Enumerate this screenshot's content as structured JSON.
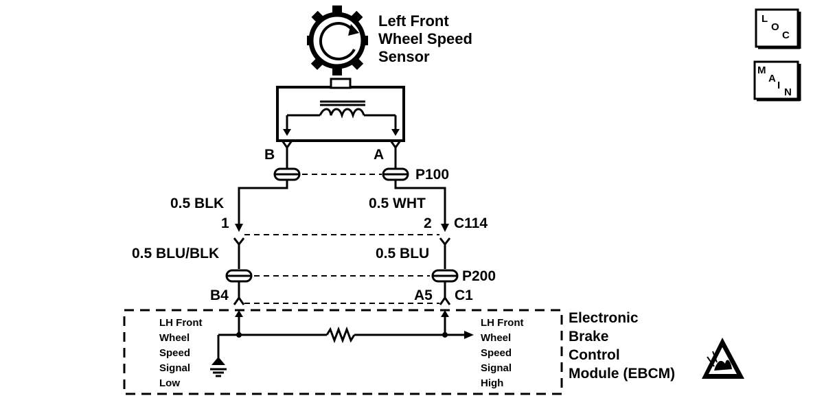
{
  "sensor": {
    "title_lines": [
      "Left Front",
      "Wheel Speed",
      "Sensor"
    ],
    "pin_b": "B",
    "pin_a": "A"
  },
  "connectors": {
    "p100": "P100",
    "c114": "C114",
    "p200": "P200",
    "c1": "C1"
  },
  "wires": {
    "left_upper": "0.5 BLK",
    "right_upper": "0.5 WHT",
    "left_pin_c114": "1",
    "right_pin_c114": "2",
    "left_lower": "0.5 BLU/BLK",
    "right_lower": "0.5 BLU",
    "left_pin_c1": "B4",
    "right_pin_c1": "A5"
  },
  "ebcm": {
    "title_lines": [
      "Electronic",
      "Brake",
      "Control",
      "Module (EBCM)"
    ],
    "low_signal_lines": [
      "LH Front",
      "Wheel",
      "Speed",
      "Signal",
      "Low"
    ],
    "high_signal_lines": [
      "LH Front",
      "Wheel",
      "Speed",
      "Signal",
      "High"
    ]
  },
  "locator_icons": {
    "loc": {
      "name": "loc-icon",
      "letters": [
        "L",
        "O",
        "C"
      ]
    },
    "main": {
      "name": "main-icon",
      "letters": [
        "M",
        "A",
        "I",
        "N"
      ]
    }
  },
  "esd_symbol": {
    "name": "esd-warning-icon"
  }
}
